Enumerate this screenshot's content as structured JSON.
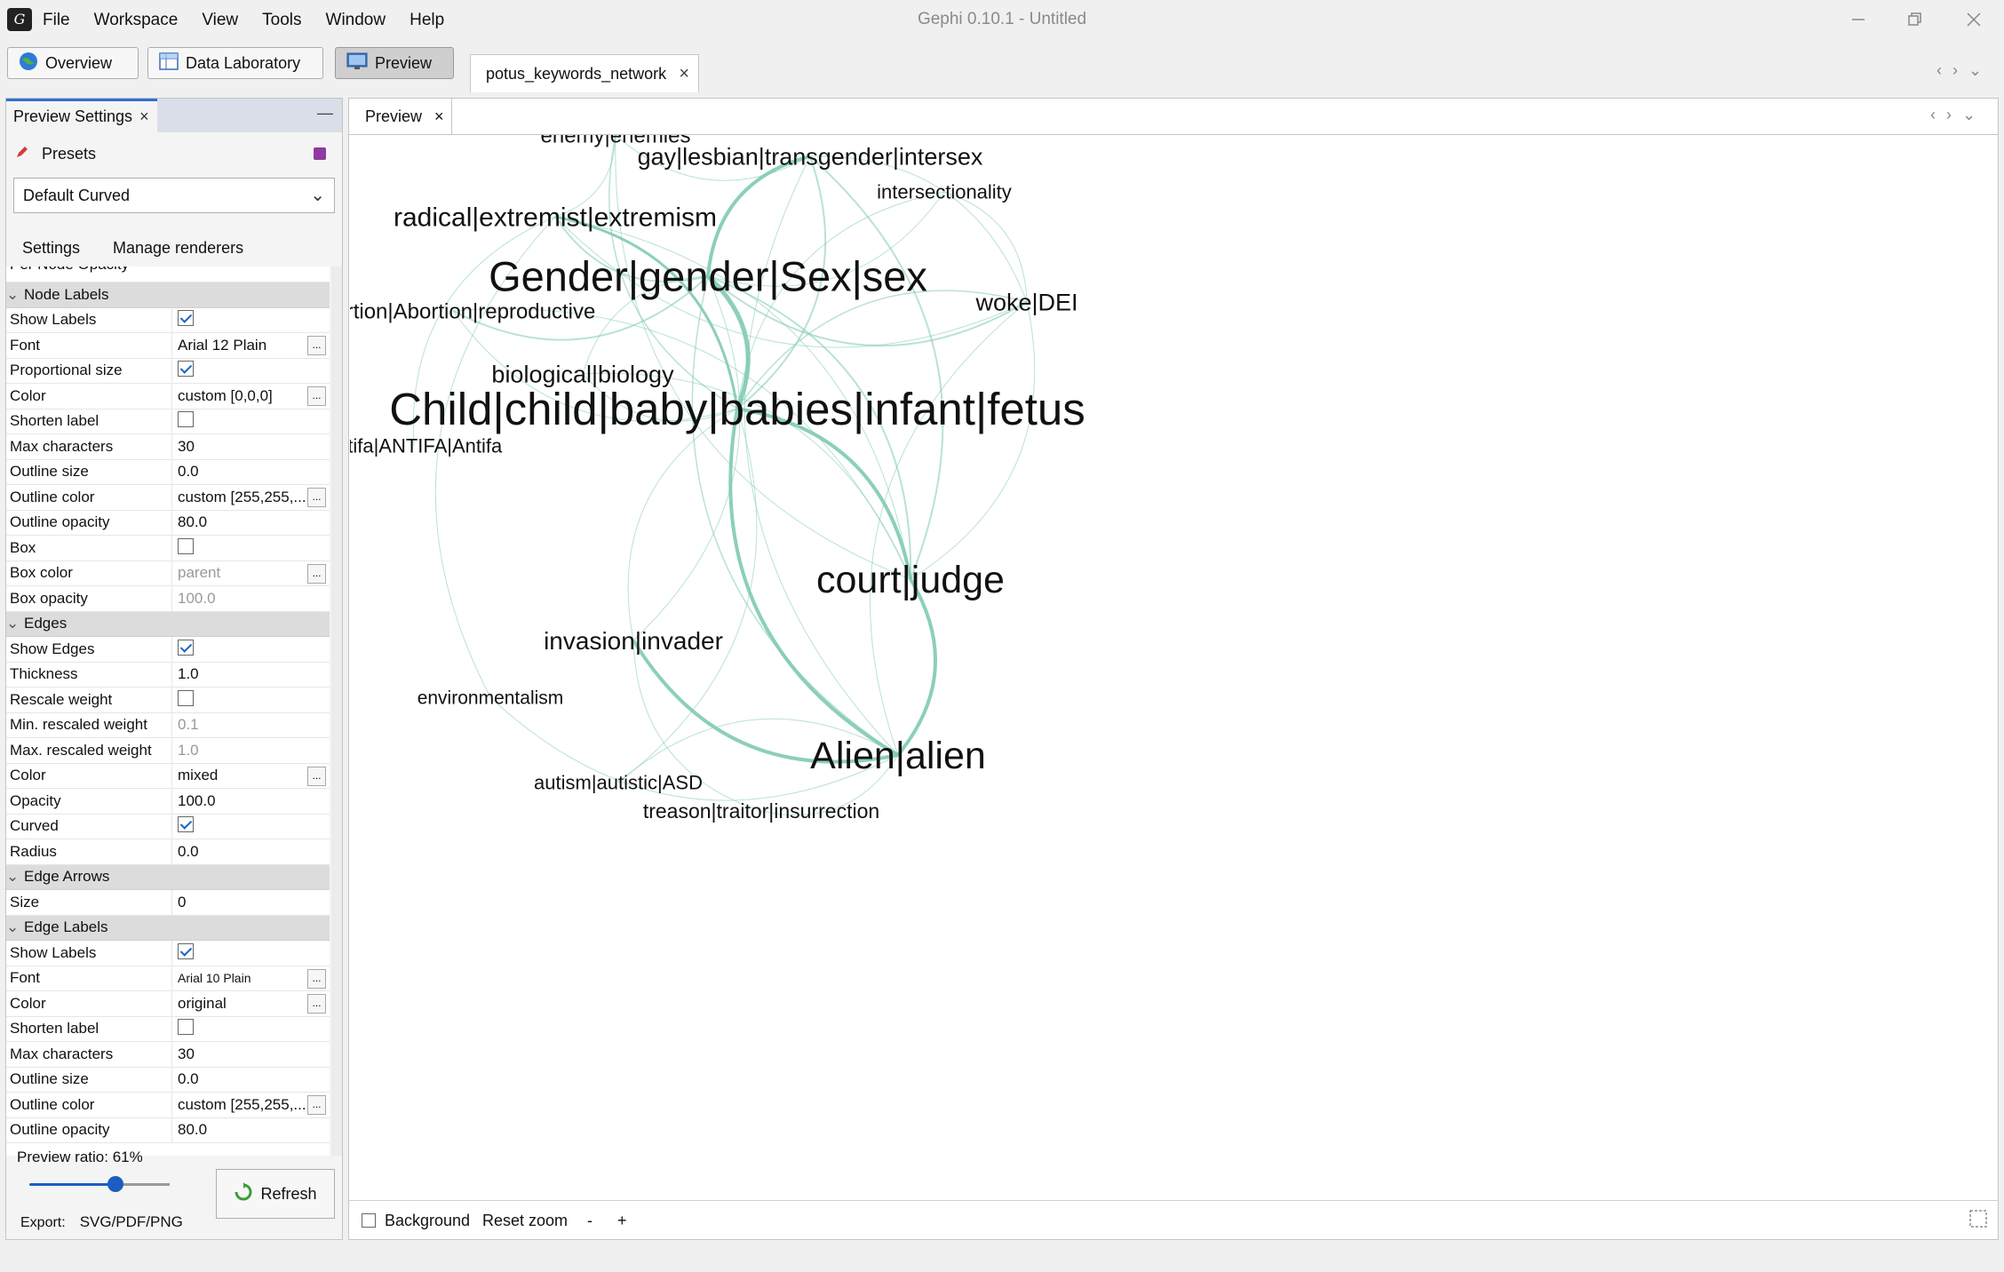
{
  "window": {
    "title": "Gephi 0.10.1 - Untitled"
  },
  "menu": [
    "File",
    "Workspace",
    "View",
    "Tools",
    "Window",
    "Help"
  ],
  "toolbar": {
    "overview": "Overview",
    "data_lab": "Data Laboratory",
    "preview": "Preview",
    "doc_tab": "potus_keywords_network"
  },
  "left_panel": {
    "tab": "Preview Settings",
    "presets_label": "Presets",
    "preset_value": "Default Curved",
    "subtabs": [
      "Settings",
      "Manage renderers"
    ],
    "rows": [
      {
        "name": "Per Node Opacity",
        "type": "partial"
      },
      {
        "name": "Node Labels",
        "type": "cat"
      },
      {
        "name": "Show Labels",
        "check": true
      },
      {
        "name": "Font",
        "value": "Arial 12 Plain",
        "more": true
      },
      {
        "name": "Proportional size",
        "check": true
      },
      {
        "name": "Color",
        "value": "custom [0,0,0]",
        "more": true
      },
      {
        "name": "Shorten label",
        "check": false
      },
      {
        "name": "Max characters",
        "value": "30"
      },
      {
        "name": "Outline size",
        "value": "0.0"
      },
      {
        "name": "Outline color",
        "value": "custom [255,255,...",
        "more": true
      },
      {
        "name": "Outline opacity",
        "value": "80.0"
      },
      {
        "name": "Box",
        "check": false
      },
      {
        "name": "Box color",
        "value": "parent",
        "more": true,
        "disabled": true
      },
      {
        "name": "Box opacity",
        "value": "100.0",
        "disabled": true
      },
      {
        "name": "Edges",
        "type": "cat"
      },
      {
        "name": "Show Edges",
        "check": true
      },
      {
        "name": "Thickness",
        "value": "1.0"
      },
      {
        "name": "Rescale weight",
        "check": false
      },
      {
        "name": "Min. rescaled weight",
        "value": "0.1",
        "disabled": true
      },
      {
        "name": "Max. rescaled weight",
        "value": "1.0",
        "disabled": true
      },
      {
        "name": "Color",
        "value": "mixed",
        "more": true
      },
      {
        "name": "Opacity",
        "value": "100.0"
      },
      {
        "name": "Curved",
        "check": true
      },
      {
        "name": "Radius",
        "value": "0.0"
      },
      {
        "name": "Edge Arrows",
        "type": "cat"
      },
      {
        "name": "Size",
        "value": "0"
      },
      {
        "name": "Edge Labels",
        "type": "cat"
      },
      {
        "name": "Show Labels",
        "check": true
      },
      {
        "name": "Font",
        "value": "Arial 10 Plain",
        "more": true,
        "small": true
      },
      {
        "name": "Color",
        "value": "original",
        "more": true
      },
      {
        "name": "Shorten label",
        "check": false
      },
      {
        "name": "Max characters",
        "value": "30"
      },
      {
        "name": "Outline size",
        "value": "0.0"
      },
      {
        "name": "Outline color",
        "value": "custom [255,255,...",
        "more": true
      },
      {
        "name": "Outline opacity",
        "value": "80.0"
      }
    ],
    "preview_ratio": "Preview ratio:  61%",
    "refresh": "Refresh",
    "export_label": "Export:",
    "export_formats": "SVG/PDF/PNG"
  },
  "preview": {
    "tab": "Preview",
    "edge_color": "#7fcab4",
    "nodes": [
      {
        "id": "enemy",
        "label": "enemy|enemies",
        "size": 24
      },
      {
        "id": "gay",
        "label": "gay|lesbian|transgender|intersex",
        "size": 27
      },
      {
        "id": "intersec",
        "label": "intersectionality",
        "size": 22
      },
      {
        "id": "radical",
        "label": "radical|extremist|extremism",
        "size": 30
      },
      {
        "id": "gender",
        "label": "Gender|gender|Sex|sex",
        "size": 47
      },
      {
        "id": "abortion",
        "label": "abortion|Abortion|reproductive",
        "size": 24
      },
      {
        "id": "woke",
        "label": "woke|DEI",
        "size": 27
      },
      {
        "id": "bio",
        "label": "biological|biology",
        "size": 27
      },
      {
        "id": "child",
        "label": "Child|child|baby|babies|infant|fetus",
        "size": 51
      },
      {
        "id": "antifa",
        "label": "antifa|ANTIFA|Antifa",
        "size": 22
      },
      {
        "id": "court",
        "label": "court|judge",
        "size": 43
      },
      {
        "id": "invasion",
        "label": "invasion|invader",
        "size": 28
      },
      {
        "id": "env",
        "label": "environmentalism",
        "size": 21
      },
      {
        "id": "alien",
        "label": "Alien|alien",
        "size": 43
      },
      {
        "id": "autism",
        "label": "autism|autistic|ASD",
        "size": 22
      },
      {
        "id": "treason",
        "label": "treason|traitor|insurrection",
        "size": 23
      }
    ],
    "edges": [
      {
        "a": "gender",
        "b": "child",
        "w": 5
      },
      {
        "a": "gay",
        "b": "gender",
        "w": 4
      },
      {
        "a": "child",
        "b": "court",
        "w": 4
      },
      {
        "a": "child",
        "b": "alien",
        "w": 4
      },
      {
        "a": "court",
        "b": "alien",
        "w": 4
      },
      {
        "a": "invasion",
        "b": "alien",
        "w": 4
      },
      {
        "a": "radical",
        "b": "child",
        "w": 3
      },
      {
        "a": "radical",
        "b": "gender",
        "w": 2
      },
      {
        "a": "gay",
        "b": "child",
        "w": 2
      },
      {
        "a": "gender",
        "b": "woke",
        "w": 2
      },
      {
        "a": "gay",
        "b": "court",
        "w": 2
      },
      {
        "a": "enemy",
        "b": "child",
        "w": 1.5
      },
      {
        "a": "child",
        "b": "woke",
        "w": 1.5
      },
      {
        "a": "abortion",
        "b": "gender",
        "w": 2
      },
      {
        "a": "gender",
        "b": "court",
        "w": 2
      },
      {
        "a": "radical",
        "b": "woke",
        "w": 1
      },
      {
        "a": "gay",
        "b": "woke",
        "w": 1
      },
      {
        "a": "enemy",
        "b": "gay",
        "w": 1
      },
      {
        "a": "intersec",
        "b": "gender",
        "w": 1
      },
      {
        "a": "intersec",
        "b": "child",
        "w": 1
      },
      {
        "a": "bio",
        "b": "gender",
        "w": 1
      },
      {
        "a": "bio",
        "b": "child",
        "w": 1
      },
      {
        "a": "antifa",
        "b": "radical",
        "w": 1
      },
      {
        "a": "abortion",
        "b": "child",
        "w": 1
      },
      {
        "a": "invasion",
        "b": "child",
        "w": 1
      },
      {
        "a": "invasion",
        "b": "gender",
        "w": 1
      },
      {
        "a": "env",
        "b": "radical",
        "w": 1
      },
      {
        "a": "autism",
        "b": "child",
        "w": 1
      },
      {
        "a": "autism",
        "b": "alien",
        "w": 1
      },
      {
        "a": "treason",
        "b": "alien",
        "w": 1
      },
      {
        "a": "treason",
        "b": "invasion",
        "w": 1
      },
      {
        "a": "woke",
        "b": "alien",
        "w": 1
      },
      {
        "a": "woke",
        "b": "court",
        "w": 1
      },
      {
        "a": "gay",
        "b": "alien",
        "w": 1
      },
      {
        "a": "radical",
        "b": "court",
        "w": 1
      },
      {
        "a": "enemy",
        "b": "court",
        "w": 1
      },
      {
        "a": "abortion",
        "b": "court",
        "w": 1
      },
      {
        "a": "gender",
        "b": "alien",
        "w": 1.5
      },
      {
        "a": "bio",
        "b": "court",
        "w": 1
      },
      {
        "a": "env",
        "b": "alien",
        "w": 1
      },
      {
        "a": "intersec",
        "b": "woke",
        "w": 1
      },
      {
        "a": "radical",
        "b": "enemy",
        "w": 1
      }
    ],
    "bottom": {
      "background": "Background",
      "reset_zoom": "Reset zoom",
      "minus": "-",
      "plus": "+"
    }
  }
}
